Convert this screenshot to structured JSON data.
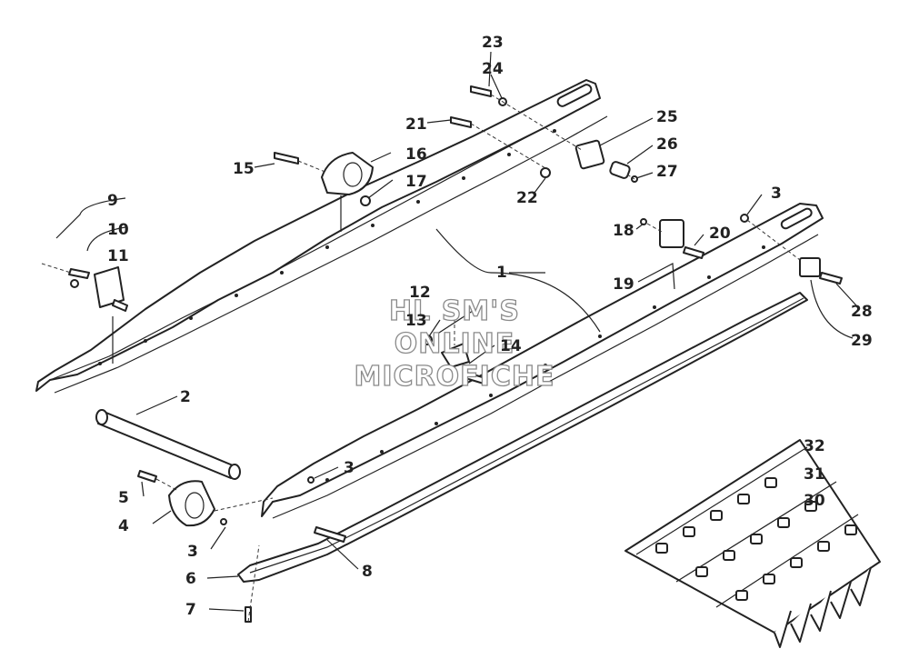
{
  "watermark": {
    "line1": "HL SM'S",
    "line2": "ONLINE",
    "line3": "MICROFICHE"
  },
  "callouts": {
    "n1": "1",
    "n2": "2",
    "n3a": "3",
    "n3b": "3",
    "n3c": "3",
    "n4": "4",
    "n5": "5",
    "n6": "6",
    "n7": "7",
    "n8": "8",
    "n9": "9",
    "n10": "10",
    "n11": "11",
    "n12": "12",
    "n13": "13",
    "n14": "14",
    "n15": "15",
    "n16": "16",
    "n17": "17",
    "n18": "18",
    "n19": "19",
    "n20": "20",
    "n21": "21",
    "n22": "22",
    "n23": "23",
    "n24": "24",
    "n25": "25",
    "n26": "26",
    "n27": "27",
    "n28": "28",
    "n29": "29",
    "n30": "30",
    "n31": "31",
    "n32": "32"
  }
}
